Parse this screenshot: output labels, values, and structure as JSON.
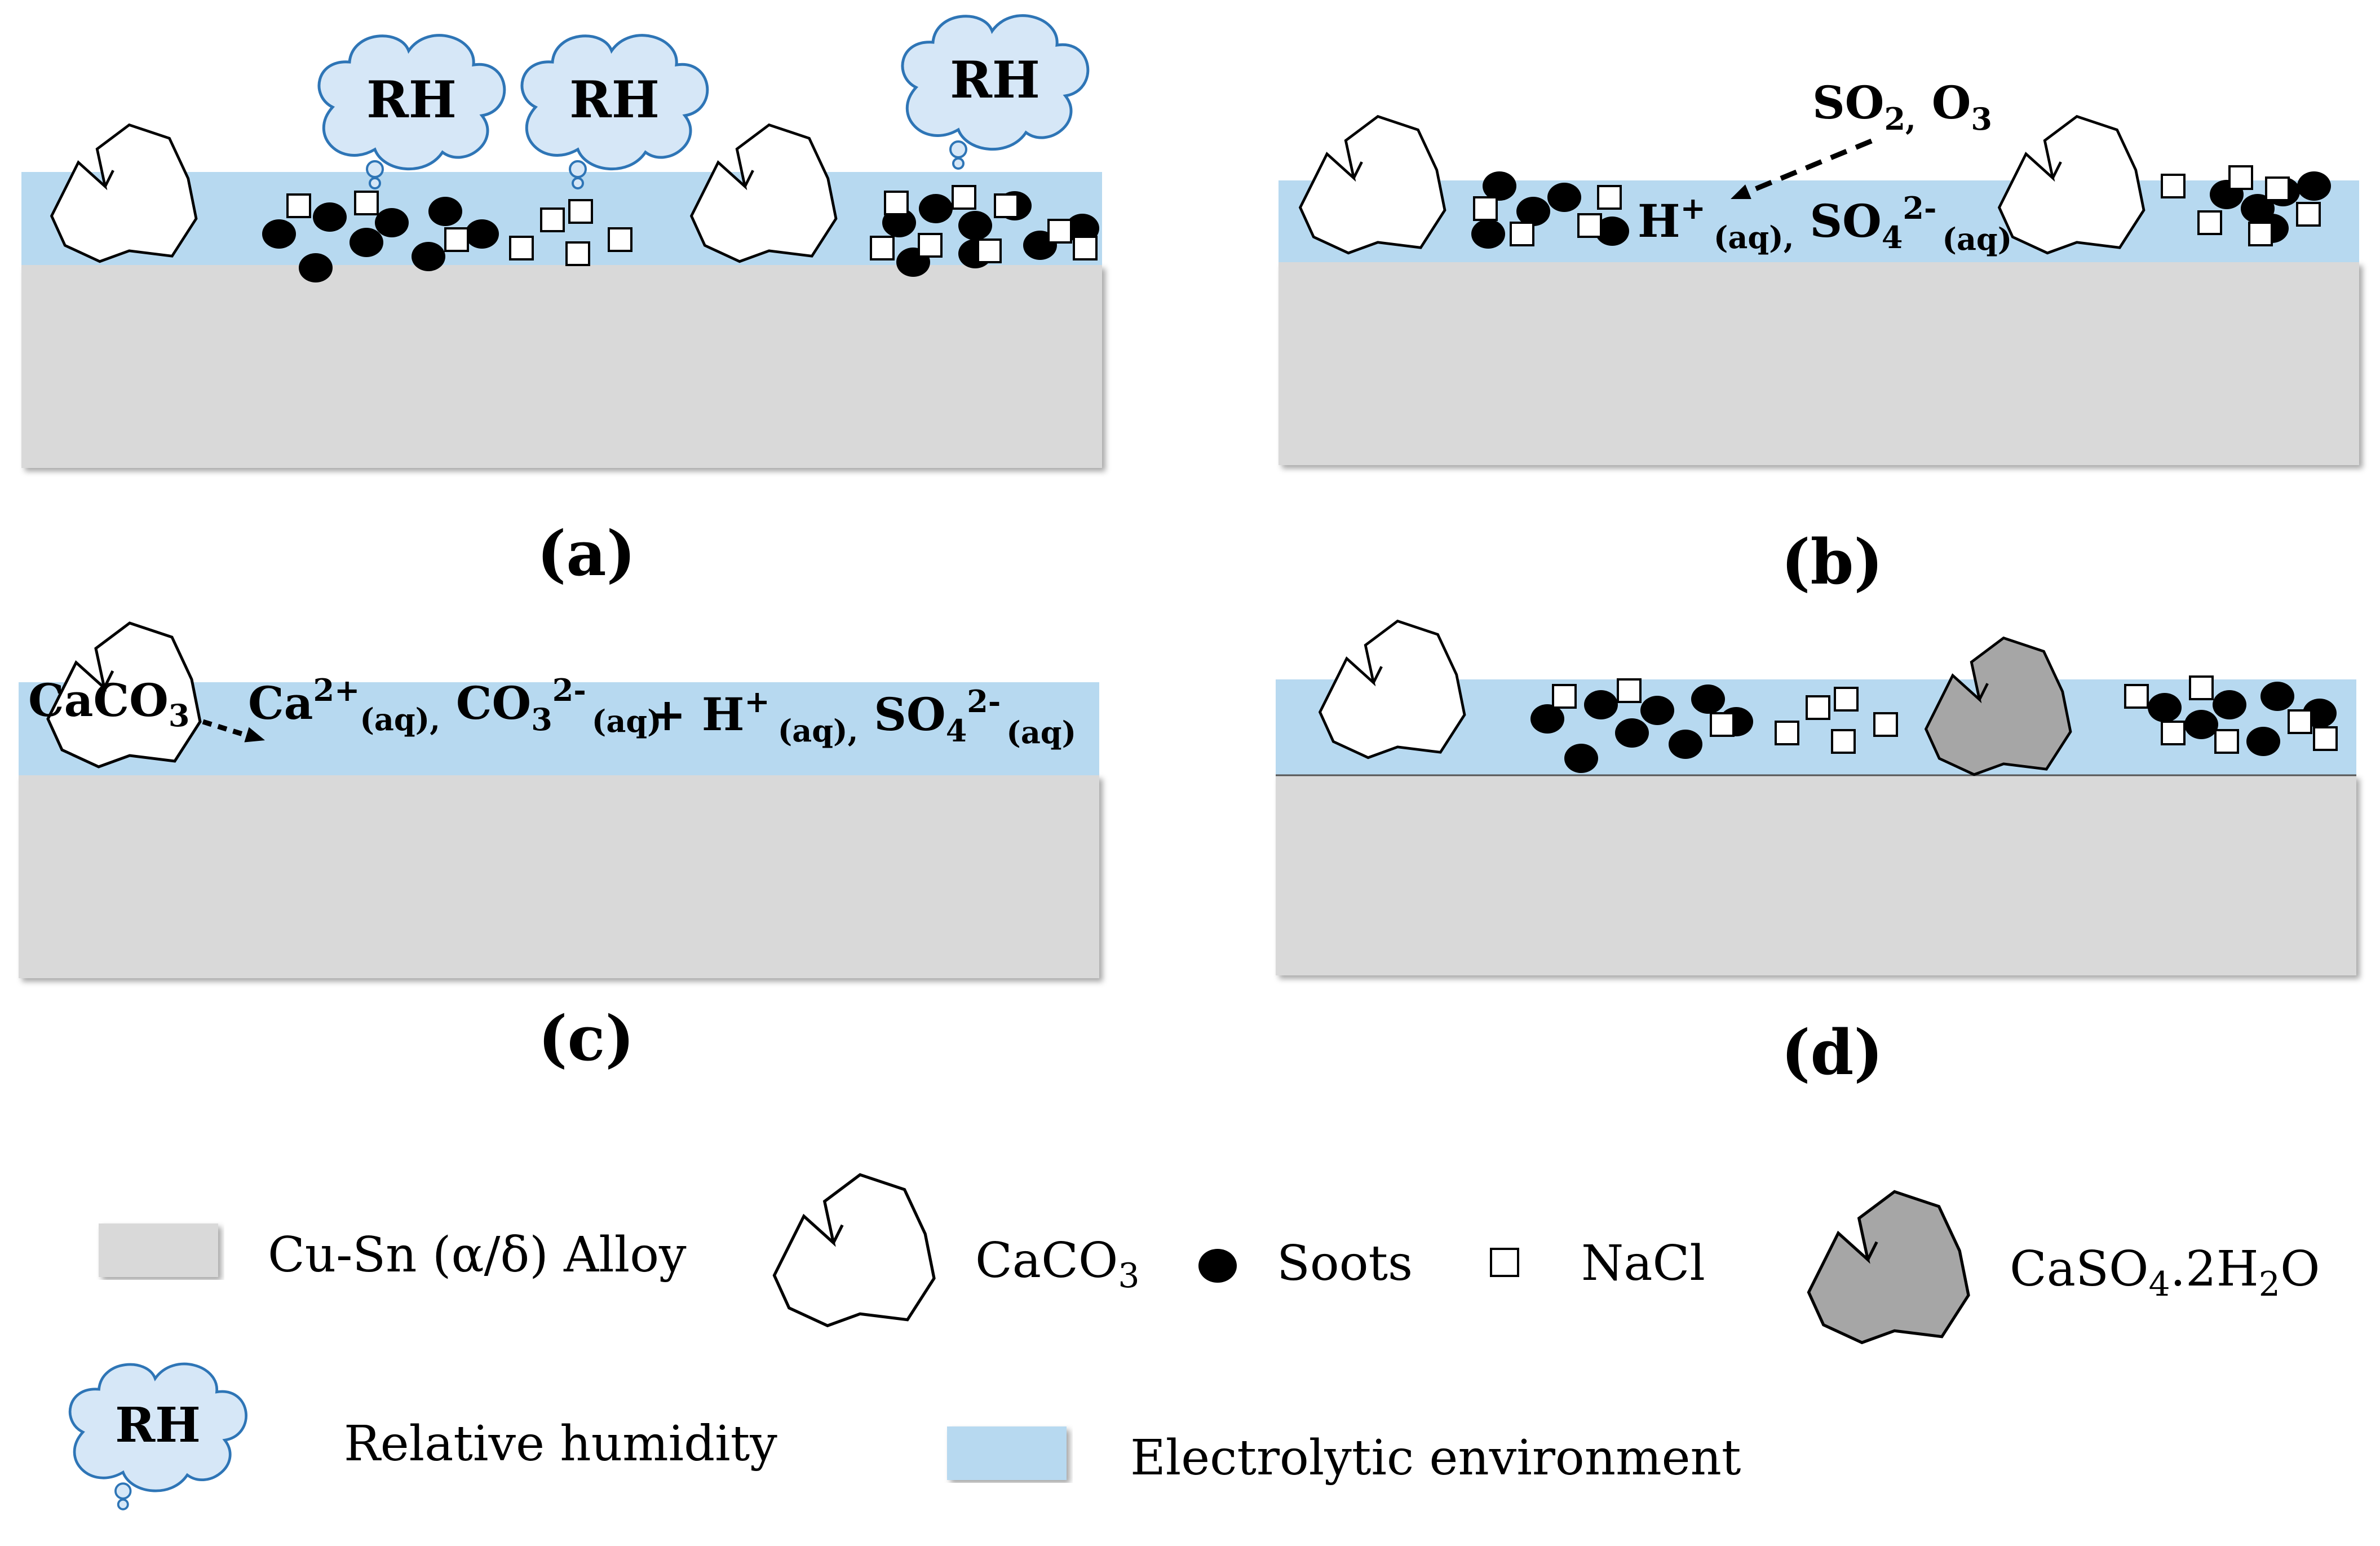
{
  "colors": {
    "alloy": "#d9d9d9",
    "electrolyte": "#b7d9f0",
    "cloud_fill": "#d6e7f7",
    "cloud_stroke": "#2e75b6",
    "gypsum": "#a6a6a6",
    "soot": "#000000",
    "nacl": "#ffffff"
  },
  "panels": {
    "a": {
      "caption": "(a)"
    },
    "b": {
      "caption": "(b)"
    },
    "c": {
      "caption": "(c)"
    },
    "d": {
      "caption": "(d)"
    }
  },
  "bubbles": {
    "rh": "RH"
  },
  "panel_b": {
    "gas_so2": "SO",
    "gas_so2_sub": "2,",
    "gas_o3": " O",
    "gas_o3_sub": "3",
    "ion_h": "H",
    "ion_h_sup": "+",
    "ion_h_sub": "(aq),",
    "ion_so4": " SO",
    "ion_so4_sub": "4",
    "ion_so4_sup": "2-",
    "ion_so4_aq": "(aq)"
  },
  "panel_c": {
    "caco3": "CaCO",
    "caco3_sub": "3",
    "ion_ca": "Ca",
    "ion_ca_sup": "2+",
    "ion_ca_sub": "(aq),",
    "ion_co3": " CO",
    "ion_co3_sub": "3",
    "ion_co3_sup": "2-",
    "ion_co3_aq": "(aq)",
    "plus_h": "+ H",
    "plus_h_sup": "+",
    "plus_h_sub": "(aq),",
    "ion_so4": " SO",
    "ion_so4_sub": "4",
    "ion_so4_sup": "2-",
    "ion_so4_aq": "(aq)"
  },
  "legend": {
    "alloy": "Cu-Sn  (α/δ) Alloy",
    "caco3": "CaCO",
    "caco3_sub": "3",
    "soots": "Soots",
    "nacl": "NaCl",
    "gypsum": "CaSO",
    "gypsum_sub1": "4",
    "gypsum_mid": ".2H",
    "gypsum_sub2": "2",
    "gypsum_end": "O",
    "rh": "RH",
    "rh_label": "Relative humidity",
    "electrolyte": "Electrolytic environment"
  }
}
